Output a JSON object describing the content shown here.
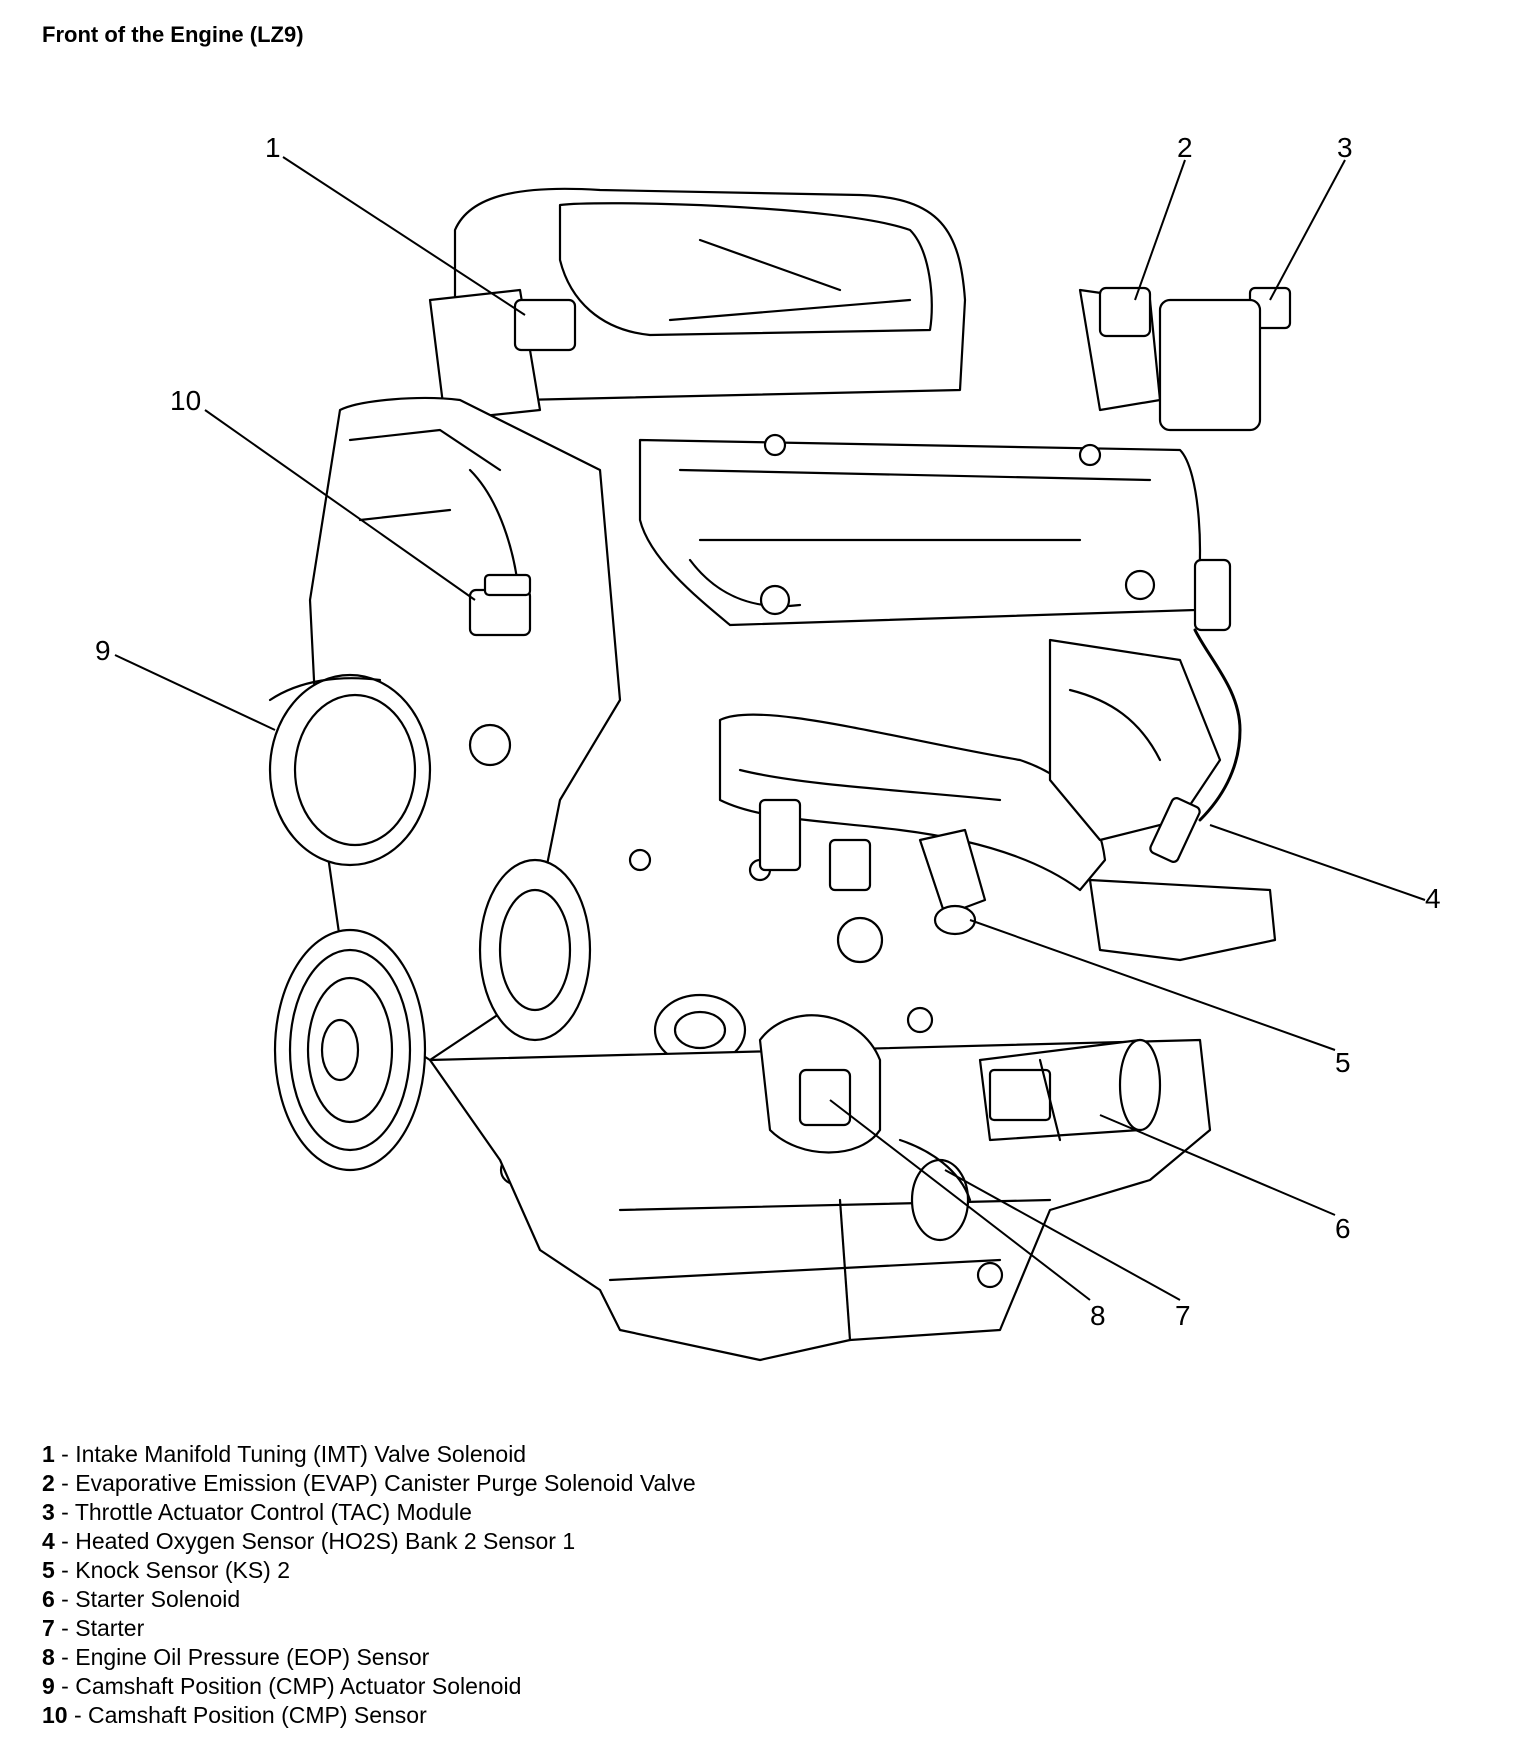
{
  "title": "Front of the Engine (LZ9)",
  "callouts": [
    "1",
    "2",
    "3",
    "4",
    "5",
    "6",
    "7",
    "8",
    "9",
    "10"
  ],
  "legend": [
    {
      "num": "1",
      "text": " - Intake Manifold Tuning (IMT) Valve Solenoid"
    },
    {
      "num": "2",
      "text": " - Evaporative Emission (EVAP) Canister Purge Solenoid Valve"
    },
    {
      "num": "3",
      "text": " - Throttle Actuator Control (TAC) Module"
    },
    {
      "num": "4",
      "text": " - Heated Oxygen Sensor (HO2S) Bank 2 Sensor 1"
    },
    {
      "num": "5",
      "text": " - Knock Sensor (KS) 2"
    },
    {
      "num": "6",
      "text": " - Starter Solenoid"
    },
    {
      "num": "7",
      "text": " - Starter"
    },
    {
      "num": "8",
      "text": " - Engine Oil Pressure (EOP) Sensor"
    },
    {
      "num": "9",
      "text": " - Camshaft Position (CMP) Actuator Solenoid"
    },
    {
      "num": "10",
      "text": " - Camshaft Position (CMP) Sensor"
    }
  ]
}
